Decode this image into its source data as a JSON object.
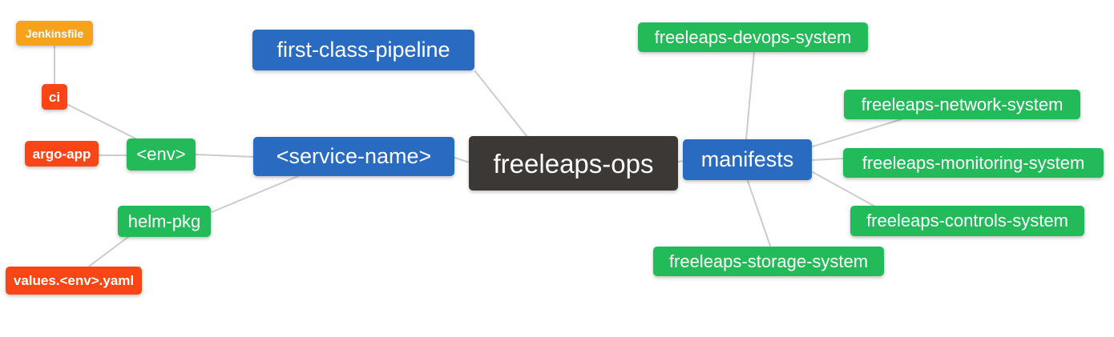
{
  "palette": {
    "root_node": "#3c3836",
    "level1_node": "#2a6bc2",
    "level2_node": "#23ba5a",
    "level3_node": "#fa4616",
    "level4_node": "#f7a21c",
    "edge": "#cccccc",
    "background": "#ffffff",
    "node_text": "#ffffff"
  },
  "mindmap": {
    "root": {
      "label": "freeleaps-ops"
    },
    "nodes": {
      "first_class_pipeline": {
        "label": "first-class-pipeline"
      },
      "service_name": {
        "label": "<service-name>"
      },
      "manifests": {
        "label": "manifests"
      },
      "env": {
        "label": "<env>"
      },
      "helm_pkg": {
        "label": "helm-pkg"
      },
      "ci": {
        "label": "ci"
      },
      "argo_app": {
        "label": "argo-app"
      },
      "jenkinsfile": {
        "label": "Jenkinsfile"
      },
      "values_env_yaml": {
        "label": "values.<env>.yaml"
      },
      "devops_system": {
        "label": "freeleaps-devops-system"
      },
      "network_system": {
        "label": "freeleaps-network-system"
      },
      "monitoring_system": {
        "label": "freeleaps-monitoring-system"
      },
      "controls_system": {
        "label": "freeleaps-controls-system"
      },
      "storage_system": {
        "label": "freeleaps-storage-system"
      }
    },
    "edges": [
      {
        "from": "jenkinsfile",
        "to": "ci"
      },
      {
        "from": "ci",
        "to": "env"
      },
      {
        "from": "argo_app",
        "to": "env"
      },
      {
        "from": "env",
        "to": "service_name"
      },
      {
        "from": "helm_pkg",
        "to": "service_name"
      },
      {
        "from": "values_env_yaml",
        "to": "helm_pkg"
      },
      {
        "from": "first_class_pipeline",
        "to": "freeleaps_ops"
      },
      {
        "from": "service_name",
        "to": "freeleaps_ops"
      },
      {
        "from": "freeleaps_ops",
        "to": "manifests"
      },
      {
        "from": "manifests",
        "to": "devops_system"
      },
      {
        "from": "manifests",
        "to": "network_system"
      },
      {
        "from": "manifests",
        "to": "monitoring_system"
      },
      {
        "from": "manifests",
        "to": "controls_system"
      },
      {
        "from": "manifests",
        "to": "storage_system"
      }
    ]
  }
}
